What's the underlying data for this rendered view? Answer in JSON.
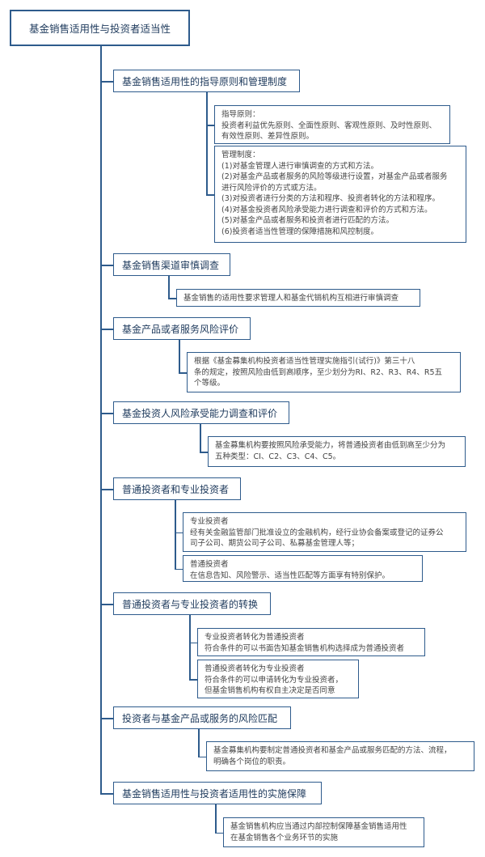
{
  "root": {
    "label": "基金销售适用性与投资者适当性"
  },
  "sections": [
    {
      "label": "基金销售适用性的指导原则和管理制度",
      "leaves": [
        {
          "lines": [
            "指导原则：",
            "投资者利益优先原则、全面性原则、客观性原则、及时性原则、",
            "有效性原则、差异性原则。"
          ]
        },
        {
          "lines": [
            "管理制度：",
            "(1)对基金管理人进行审慎调查的方式和方法。",
            "(2)对基金产品或者服务的风险等级进行设置，对基金产品或者服务",
            "进行风险评价的方式或方法。",
            "(3)对投资者进行分类的方法和程序、投资者转化的方法和程序。",
            "(4)对基金投资者风险承受能力进行调查和评价的方式和方法。",
            "(5)对基金产品或者服务和投资者进行匹配的方法。",
            "(6)投资者适当性管理的保障措施和风控制度。"
          ]
        }
      ]
    },
    {
      "label": "基金销售渠道审慎调查",
      "leaves": [
        {
          "lines": [
            "基金销售的适用性要求管理人和基金代销机构互相进行审慎调查"
          ]
        }
      ]
    },
    {
      "label": "基金产品或者服务风险评价",
      "leaves": [
        {
          "lines": [
            "根据《基金募集机构投资者适当性管理实施指引(试行)》第三十八",
            "条的规定，按照风险由低到高顺序，至少划分为RI、R2、R3、R4、R5五",
            "个等级。"
          ]
        }
      ]
    },
    {
      "label": "基金投资人风险承受能力调查和评价",
      "leaves": [
        {
          "lines": [
            "基金募集机构要按照风险承受能力，将普通投资者由低到高至少分为",
            "五种类型：CI、C2、C3、C4、C5。"
          ]
        }
      ]
    },
    {
      "label": "普通投资者和专业投资者",
      "leaves": [
        {
          "lines": [
            "专业投资者",
            "经有关金融监管部门批准设立的金融机构，经行业协会备案或登记的证券公",
            "司子公司、期货公司子公司、私募基金管理人等；"
          ]
        },
        {
          "lines": [
            "普通投资者",
            "在信息告知、风险警示、适当性匹配等方面享有特别保护。"
          ]
        }
      ]
    },
    {
      "label": "普通投资者与专业投资者的转换",
      "leaves": [
        {
          "lines": [
            "专业投资者转化为普通投资者",
            "符合条件的可以书面告知基金销售机构选择成为普通投资者"
          ]
        },
        {
          "lines": [
            "普通投资者转化为专业投资者",
            "符合条件的可以申请转化为专业投资者，",
            "但基金销售机构有权自主决定是否同意"
          ]
        }
      ]
    },
    {
      "label": "投资者与基金产品或服务的风险匹配",
      "leaves": [
        {
          "lines": [
            "基金募集机构要制定普通投资者和基金产品或服务匹配的方法、流程，",
            "明确各个岗位的职责。"
          ]
        }
      ]
    },
    {
      "label": "基金销售适用性与投资者适用性的实施保障",
      "leaves": [
        {
          "lines": [
            "基金销售机构应当通过内部控制保障基金销售适用性",
            "在基金销售各个业务环节的实施"
          ]
        }
      ]
    }
  ]
}
